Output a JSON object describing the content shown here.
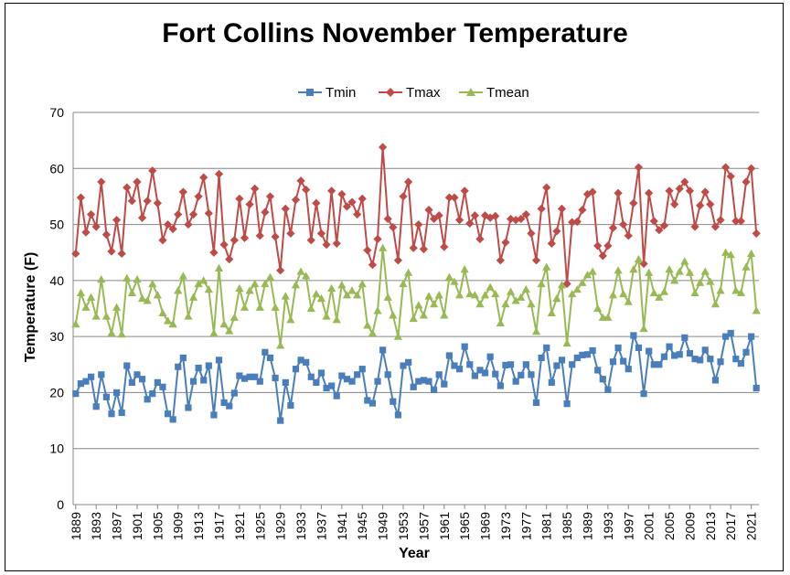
{
  "chart_data": {
    "type": "line",
    "title": "Fort Collins November Temperature",
    "xlabel": "Year",
    "ylabel": "Temperature (F)",
    "ylim": [
      0,
      70
    ],
    "yticks": [
      0,
      10,
      20,
      30,
      40,
      50,
      60,
      70
    ],
    "xticks": [
      1889,
      1893,
      1897,
      1901,
      1905,
      1909,
      1913,
      1917,
      1921,
      1925,
      1929,
      1933,
      1937,
      1941,
      1945,
      1949,
      1953,
      1957,
      1961,
      1965,
      1969,
      1973,
      1977,
      1981,
      1985,
      1989,
      1993,
      1997,
      2001,
      2005,
      2009,
      2013,
      2017,
      2021
    ],
    "grid": "horizontal",
    "legend": "top",
    "x_start": 1889,
    "x_end": 2022,
    "series": [
      {
        "name": "Tmin",
        "color": "#4a7ebb",
        "marker": "square",
        "values": [
          19.8,
          21.6,
          22.0,
          22.8,
          17.5,
          23.2,
          19.2,
          16.2,
          20.0,
          16.4,
          24.8,
          21.8,
          23.2,
          22.4,
          18.8,
          19.8,
          21.8,
          21.0,
          16.2,
          15.2,
          24.6,
          26.2,
          17.3,
          22.0,
          24.4,
          22.2,
          24.8,
          16.0,
          25.8,
          18.2,
          17.6,
          19.9,
          23.0,
          22.5,
          22.8,
          22.8,
          22.0,
          27.2,
          26.2,
          22.6,
          15.0,
          21.8,
          17.7,
          24.2,
          25.8,
          25.4,
          22.8,
          21.8,
          23.5,
          20.8,
          21.2,
          19.4,
          23.0,
          22.4,
          22.0,
          23.2,
          24.2,
          18.6,
          18.1,
          22.0,
          27.6,
          23.2,
          18.4,
          16.0,
          24.8,
          25.4,
          21.0,
          22.0,
          22.2,
          22.0,
          20.5,
          23.2,
          21.5,
          26.6,
          24.8,
          24.2,
          28.2,
          25.0,
          23.0,
          24.0,
          23.5,
          26.4,
          23.3,
          21.2,
          24.9,
          25.0,
          22.0,
          23.1,
          25.0,
          23.2,
          18.2,
          26.2,
          28.0,
          21.8,
          24.8,
          25.8,
          18.0,
          25.0,
          26.2,
          26.7,
          26.8,
          27.5,
          24.0,
          22.4,
          20.5,
          25.5,
          28.0,
          25.6,
          24.2,
          30.2,
          28.0,
          19.8,
          27.4,
          25.0,
          25.0,
          26.4,
          28.2,
          26.6,
          26.8,
          29.8,
          27.0,
          26.0,
          25.8,
          27.6,
          26.0,
          22.2,
          25.5,
          30.0,
          30.6,
          26.0,
          25.2,
          27.2,
          30.0,
          20.8
        ]
      },
      {
        "name": "Tmax",
        "color": "#be4b48",
        "marker": "diamond",
        "values": [
          44.8,
          54.8,
          48.6,
          51.8,
          49.6,
          57.6,
          48.2,
          45.2,
          50.8,
          44.8,
          56.6,
          54.2,
          57.6,
          51.2,
          54.2,
          59.6,
          53.8,
          47.2,
          50.0,
          49.2,
          51.8,
          55.8,
          50.0,
          51.8,
          55.0,
          58.4,
          52.0,
          45.0,
          59.0,
          46.4,
          43.8,
          47.2,
          54.6,
          47.6,
          53.6,
          56.4,
          48.0,
          52.2,
          55.0,
          47.8,
          41.8,
          52.8,
          48.4,
          54.4,
          57.8,
          56.2,
          47.2,
          53.8,
          48.4,
          46.4,
          56.0,
          46.6,
          55.4,
          53.2,
          54.0,
          51.8,
          54.6,
          45.4,
          42.8,
          47.4,
          63.8,
          51.0,
          49.5,
          43.6,
          55.0,
          57.6,
          45.8,
          50.0,
          45.6,
          52.6,
          51.0,
          51.6,
          46.0,
          54.8,
          54.8,
          50.8,
          56.0,
          50.2,
          51.6,
          47.4,
          51.6,
          51.2,
          51.5,
          43.6,
          46.8,
          51.0,
          50.8,
          51.0,
          51.8,
          48.4,
          43.6,
          52.8,
          56.6,
          46.6,
          48.8,
          52.8,
          39.4,
          50.4,
          50.5,
          52.6,
          55.4,
          55.8,
          46.2,
          44.4,
          46.2,
          49.4,
          55.6,
          50.0,
          48.0,
          53.8,
          60.2,
          43.0,
          55.6,
          50.6,
          49.0,
          49.8,
          56.0,
          53.6,
          56.4,
          57.6,
          56.0,
          49.6,
          53.4,
          55.8,
          53.6,
          49.6,
          50.8,
          60.2,
          58.6,
          50.6,
          50.6,
          57.6,
          60.0,
          48.4
        ]
      },
      {
        "name": "Tmean",
        "color": "#98b954",
        "marker": "triangle",
        "values": [
          32.2,
          37.8,
          35.2,
          37.0,
          33.6,
          40.2,
          33.6,
          30.6,
          35.2,
          30.4,
          40.4,
          37.8,
          40.2,
          36.8,
          36.4,
          39.4,
          37.4,
          34.2,
          32.8,
          32.2,
          38.2,
          40.8,
          33.6,
          37.0,
          39.4,
          40.0,
          38.4,
          30.6,
          42.2,
          32.2,
          31.0,
          33.4,
          38.6,
          35.2,
          38.2,
          39.4,
          35.2,
          39.4,
          40.6,
          35.2,
          28.4,
          37.2,
          33.0,
          39.2,
          41.6,
          40.8,
          35.0,
          37.6,
          36.8,
          33.6,
          38.6,
          33.0,
          39.2,
          37.4,
          38.2,
          37.4,
          39.4,
          32.0,
          30.6,
          34.6,
          45.8,
          37.0,
          33.8,
          30.0,
          39.4,
          41.4,
          33.2,
          35.6,
          33.8,
          37.2,
          35.8,
          37.4,
          33.8,
          40.6,
          39.8,
          37.4,
          42.0,
          37.6,
          37.4,
          35.8,
          37.4,
          38.8,
          37.6,
          32.4,
          35.8,
          38.0,
          36.4,
          37.0,
          38.4,
          35.8,
          30.9,
          39.4,
          42.4,
          34.2,
          36.8,
          39.2,
          28.8,
          37.6,
          38.4,
          39.6,
          41.0,
          41.6,
          35.0,
          33.4,
          33.4,
          37.4,
          41.8,
          37.6,
          36.2,
          42.0,
          43.8,
          31.4,
          41.4,
          37.8,
          37.0,
          38.0,
          42.0,
          40.0,
          41.6,
          43.4,
          41.4,
          37.8,
          39.6,
          41.6,
          39.8,
          35.8,
          38.2,
          45.0,
          44.6,
          38.2,
          37.8,
          42.4,
          44.8,
          34.6
        ]
      }
    ]
  }
}
